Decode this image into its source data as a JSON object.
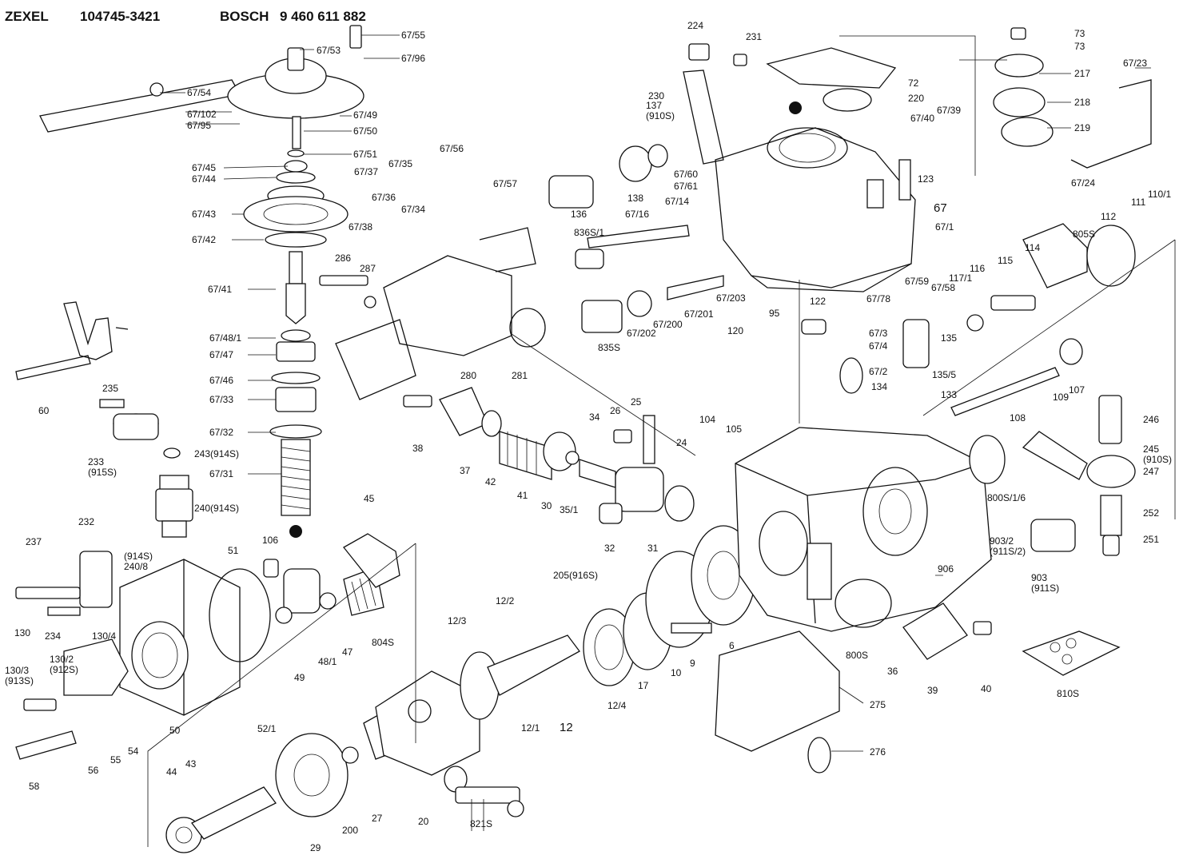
{
  "header": {
    "maker1": "ZEXEL",
    "partno1": "104745-3421",
    "maker2": "BOSCH",
    "partno2": "9 460 611 882"
  },
  "labels": [
    "67/55",
    "67/53",
    "67/96",
    "67/54",
    "67/102",
    "67/95",
    "67/49",
    "67/50",
    "67/51",
    "67/45",
    "67/44",
    "67/43",
    "67/42",
    "67/41",
    "67/48/1",
    "67/47",
    "67/46",
    "67/33",
    "67/32",
    "67/31",
    "67/37",
    "67/35",
    "67/36",
    "67/34",
    "67/38",
    "67/56",
    "67/57",
    "286",
    "287",
    "280",
    "281",
    "235",
    "60",
    "233\n(915S)",
    "243(914S)",
    "240(914S)",
    "(914S)\n240/8",
    "237",
    "232",
    "234",
    "130",
    "130/3\n(913S)",
    "130/2\n(912S)",
    "130/4",
    "58",
    "56",
    "55",
    "54",
    "50",
    "51",
    "106",
    "49",
    "48/1",
    "47",
    "804S",
    "45",
    "44",
    "43",
    "52/1",
    "29",
    "200",
    "27",
    "20",
    "821S",
    "38",
    "37",
    "42",
    "41",
    "30",
    "35/1",
    "34",
    "26",
    "25",
    "24",
    "32",
    "31",
    "224",
    "231",
    "230",
    "137\n(910S)",
    "138",
    "136",
    "67/16",
    "836S/1",
    "67/14",
    "67/60",
    "67/61",
    "72",
    "220",
    "67/40",
    "67/39",
    "123",
    "67",
    "67/1",
    "67/59",
    "67/58",
    "117/1",
    "116",
    "115",
    "114",
    "805S",
    "112",
    "111",
    "110/1",
    "67/23",
    "67/24",
    "73",
    "73",
    "217",
    "218",
    "219",
    "67/203",
    "67/78",
    "67/201",
    "67/200",
    "67/202",
    "835S",
    "122",
    "95",
    "120",
    "67/3",
    "67/4",
    "67/2",
    "135",
    "135/5",
    "134",
    "133",
    "109",
    "107",
    "108",
    "246",
    "245\n(910S)",
    "247",
    "252",
    "251",
    "104",
    "105",
    "800S/1/6",
    "903/2\n(911S/2)",
    "903\n(911S)",
    "906",
    "800S",
    "36",
    "39",
    "40",
    "810S",
    "205(916S)",
    "12/2",
    "12/3",
    "12/4",
    "12/1",
    "12",
    "17",
    "10",
    "9",
    "6",
    "275",
    "276"
  ]
}
